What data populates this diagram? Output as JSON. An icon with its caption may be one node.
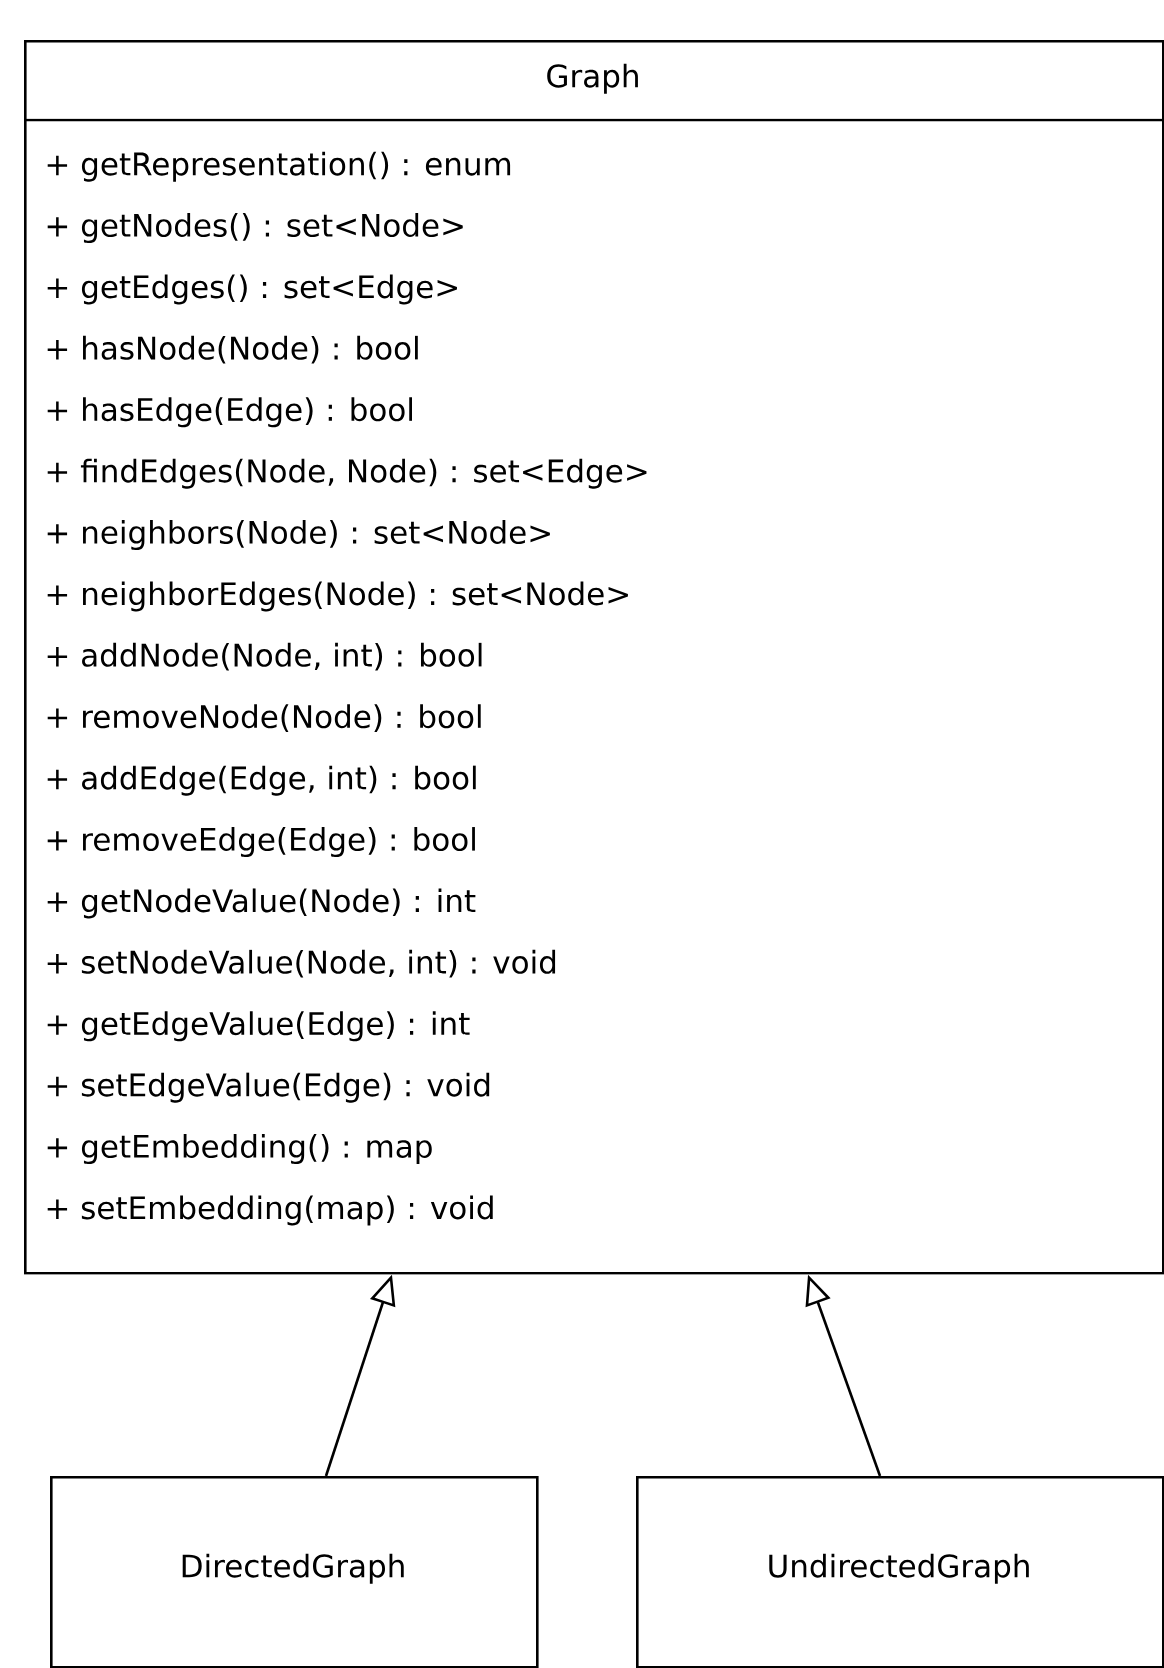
{
  "diagram": {
    "nodes": [
      {
        "text": [
          "Graph",
          "+ getRepresentation() : enum",
          "+ getNodes() : set<Node>",
          "+ getEdges() : set<Edge>",
          "+ hasNode(Node) : bool",
          "+ hasEdge(Edge) : bool",
          "+ findEdges(Node, Node) : set<Edge>",
          "+ neighbors(Node) : set<Node>",
          "+ neighborEdges(Node) : set<Node>",
          "+ addNode(Node, int) : bool",
          "+ removeNode(Node) : bool",
          "+ addEdge(Edge, int) : bool",
          "+ removeEdge(Edge) : bool",
          "+ getNodeValue(Node) : int",
          "+ setNodeValue(Node, int) : void",
          "+ getEdgeValue(Edge) : int",
          "+ setEdgeValue(Edge) : void",
          "+ getEmbedding() : map",
          "+ setEmbedding(map) : void"
        ]
      },
      {
        "text": [
          "DirectedGraph"
        ]
      },
      {
        "text": [
          "UndirectedGraph"
        ]
      }
    ],
    "edges": [
      {
        "from": 1,
        "to": 0,
        "arrow": "to"
      },
      {
        "from": 2,
        "to": 0,
        "arrow": "to"
      }
    ]
  }
}
